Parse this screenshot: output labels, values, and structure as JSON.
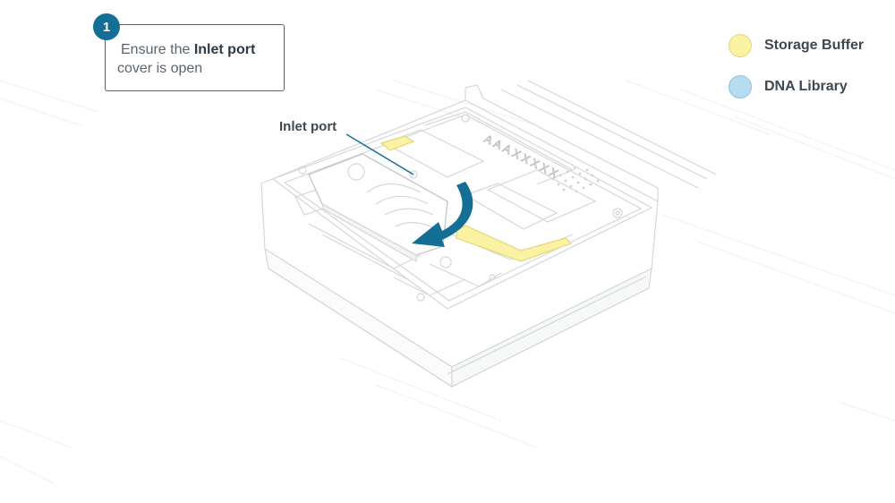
{
  "step": {
    "number": "1",
    "text_prefix": "Ensure the ",
    "text_bold": "Inlet port",
    "text_suffix": " cover is open"
  },
  "callout": {
    "inlet_port_label": "Inlet port"
  },
  "device": {
    "chip_label": "AAAXXXXX"
  },
  "legend": {
    "items": [
      {
        "label": "Storage Buffer",
        "fill": "#fbf3a3",
        "stroke": "#e3d77a"
      },
      {
        "label": "DNA Library",
        "fill": "#b7dcf1",
        "stroke": "#8fc3e0"
      }
    ]
  },
  "colors": {
    "accent": "#136f95",
    "arrow": "#136f95",
    "box_border": "#1b7a9c",
    "storage_buffer": "#fbf3a3"
  }
}
